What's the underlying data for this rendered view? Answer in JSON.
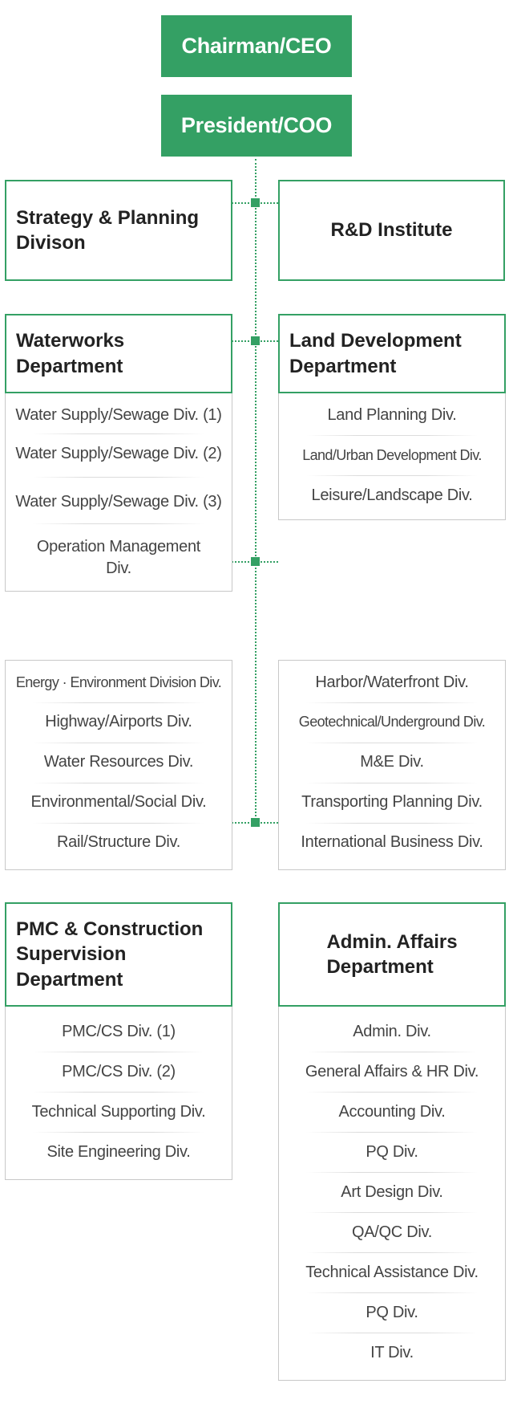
{
  "executives": {
    "chairman": "Chairman/CEO",
    "president": "President/COO"
  },
  "staff": {
    "strategy": "Strategy & Planning\nDivison",
    "rnd": "R&D Institute"
  },
  "waterworks": {
    "title": "Waterworks\nDepartment",
    "items": [
      "Water Supply/Sewage Div. (1)",
      "Water Supply/Sewage Div. (2)",
      "Water Supply/Sewage Div. (3)",
      "Operation Management\nDiv."
    ]
  },
  "land": {
    "title": "Land Development\nDepartment",
    "items": [
      "Land Planning Div.",
      "Land/Urban Development Div.",
      "Leisure/Landscape Div."
    ]
  },
  "engineering_left": {
    "items": [
      "Energy · Environment Division Div.",
      "Highway/Airports Div.",
      "Water Resources Div.",
      "Environmental/Social Div.",
      "Rail/Structure Div."
    ]
  },
  "engineering_right": {
    "items": [
      "Harbor/Waterfront Div.",
      "Geotechnical/Underground Div.",
      "M&E Div.",
      "Transporting Planning Div.",
      "International Business Div."
    ]
  },
  "pmc": {
    "title": "PMC & Construction\nSupervision\nDepartment",
    "items": [
      "PMC/CS Div. (1)",
      "PMC/CS Div. (2)",
      "Technical Supporting Div.",
      "Site Engineering Div."
    ]
  },
  "admin": {
    "title": "Admin. Affairs\nDepartment",
    "items": [
      "Admin. Div.",
      "General Affairs & HR Div.",
      "Accounting Div.",
      "PQ Div.",
      "Art Design Div.",
      "QA/QC Div.",
      "Technical Assistance Div.",
      "PQ Div.",
      "IT Div."
    ]
  },
  "colors": {
    "accent": "#34a064",
    "border": "#c8c8c8"
  }
}
